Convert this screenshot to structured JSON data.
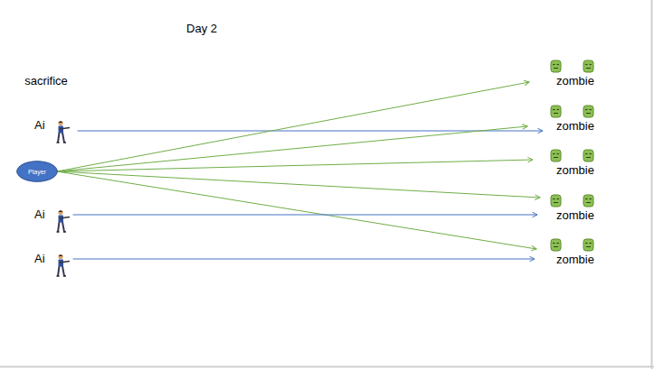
{
  "diagram": {
    "title": "Day 2",
    "nodes": [
      {
        "text": [
          "Ai"
        ]
      },
      {
        "text": [
          "Player"
        ]
      },
      {
        "text": [
          "Ai"
        ]
      },
      {
        "text": [
          "Ai"
        ]
      },
      {
        "text": [
          "zombie"
        ]
      },
      {
        "text": [
          "zombie"
        ]
      },
      {
        "text": [
          "zombie"
        ]
      },
      {
        "text": [
          "zombie"
        ]
      },
      {
        "text": [
          "zombie"
        ]
      }
    ],
    "edges": [
      {
        "from": 0,
        "to": 5,
        "arrow": "to"
      },
      {
        "from": 1,
        "to": 4,
        "arrow": "to"
      },
      {
        "from": 1,
        "to": 5,
        "arrow": "to"
      },
      {
        "from": 1,
        "to": 6,
        "arrow": "to"
      },
      {
        "from": 1,
        "to": 7,
        "arrow": "to"
      },
      {
        "from": 1,
        "to": 8,
        "arrow": "to"
      },
      {
        "from": 2,
        "to": 7,
        "arrow": "to"
      },
      {
        "from": 3,
        "to": 8,
        "arrow": "to"
      }
    ],
    "labels": [
      "sacrifice"
    ]
  }
}
